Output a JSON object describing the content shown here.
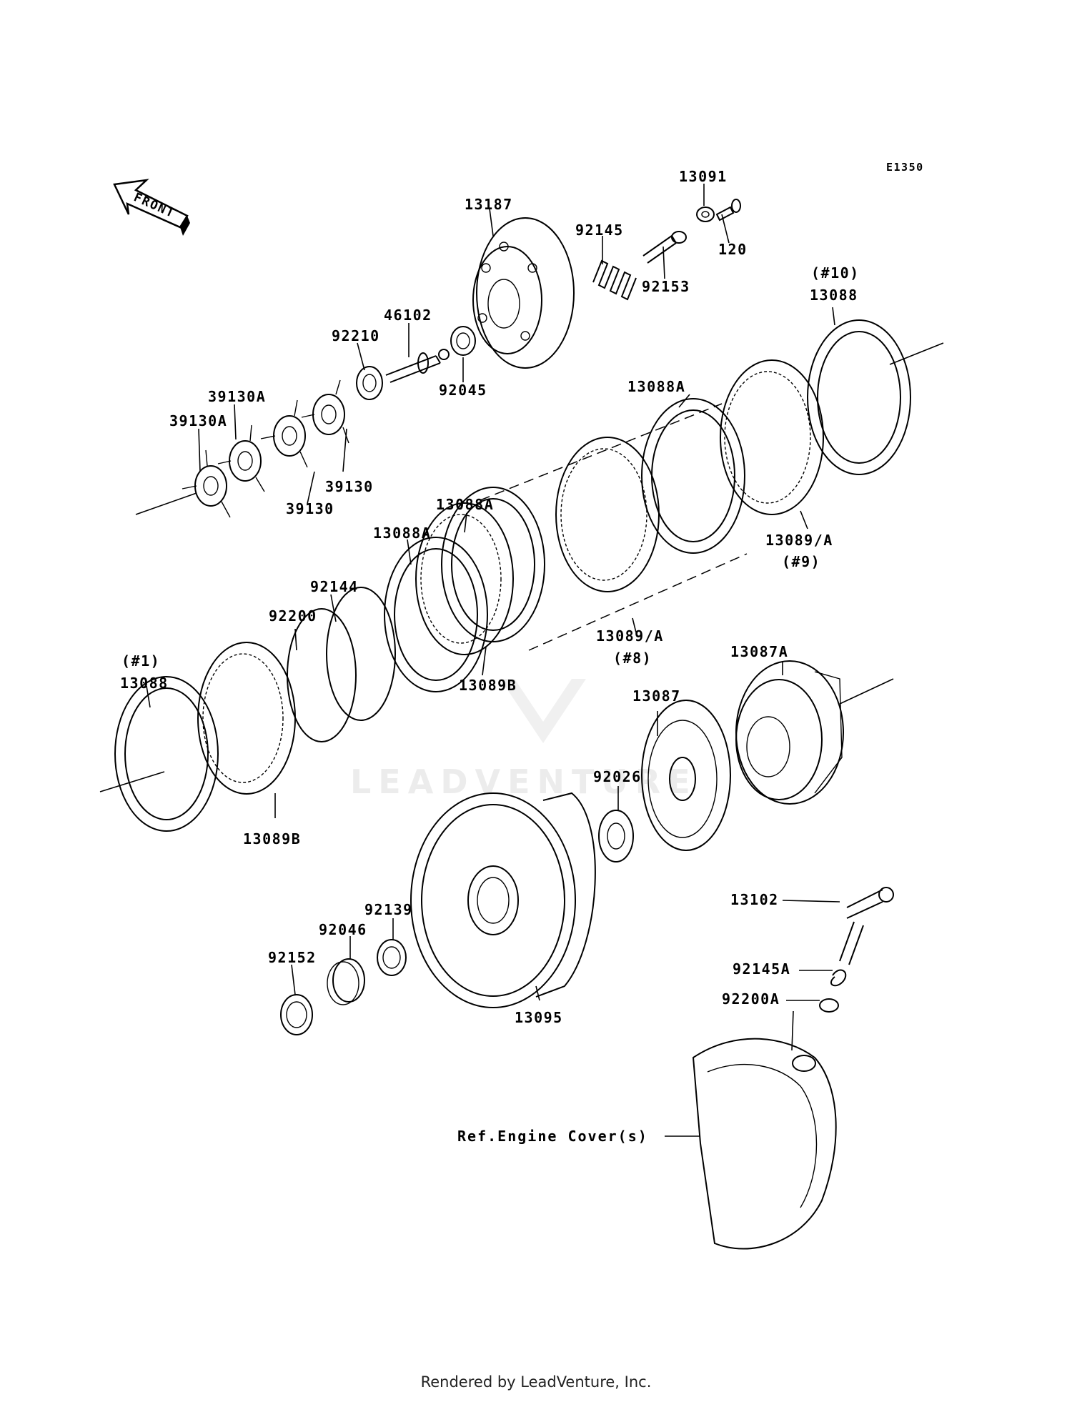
{
  "diagram": {
    "code": "E1350",
    "front_label": "FRONT",
    "watermark": "LEADVENTURE",
    "labels": {
      "p13091": "13091",
      "p120": "120",
      "p13187": "13187",
      "p92145": "92145",
      "p92153": "92153",
      "p46102": "46102",
      "p92210": "92210",
      "p92045": "92045",
      "p39130A_top": "39130A",
      "p39130A_left": "39130A",
      "p39130_a": "39130",
      "p39130_b": "39130",
      "p13088_10_num": "(#10)",
      "p13088_10": "13088",
      "p13088A_right": "13088A",
      "p13089A_9": "13089/A",
      "p13089A_9_num": "(#9)",
      "p13088A_mid": "13088A",
      "p13088A_left": "13088A",
      "p92144": "92144",
      "p92200": "92200",
      "p13089A_8": "13089/A",
      "p13089A_8_num": "(#8)",
      "p13089B_mid": "13089B",
      "p13088_1_num": "(#1)",
      "p13088_1": "13088",
      "p13089B_left": "13089B",
      "p13087A": "13087A",
      "p13087": "13087",
      "p92026": "92026",
      "p92139": "92139",
      "p92046": "92046",
      "p92152": "92152",
      "p13095": "13095",
      "p13102": "13102",
      "p92145A": "92145A",
      "p92200A": "92200A",
      "ref_engine_cover": "Ref.Engine Cover(s)"
    }
  },
  "footer": {
    "text": "Rendered by LeadVenture, Inc."
  }
}
